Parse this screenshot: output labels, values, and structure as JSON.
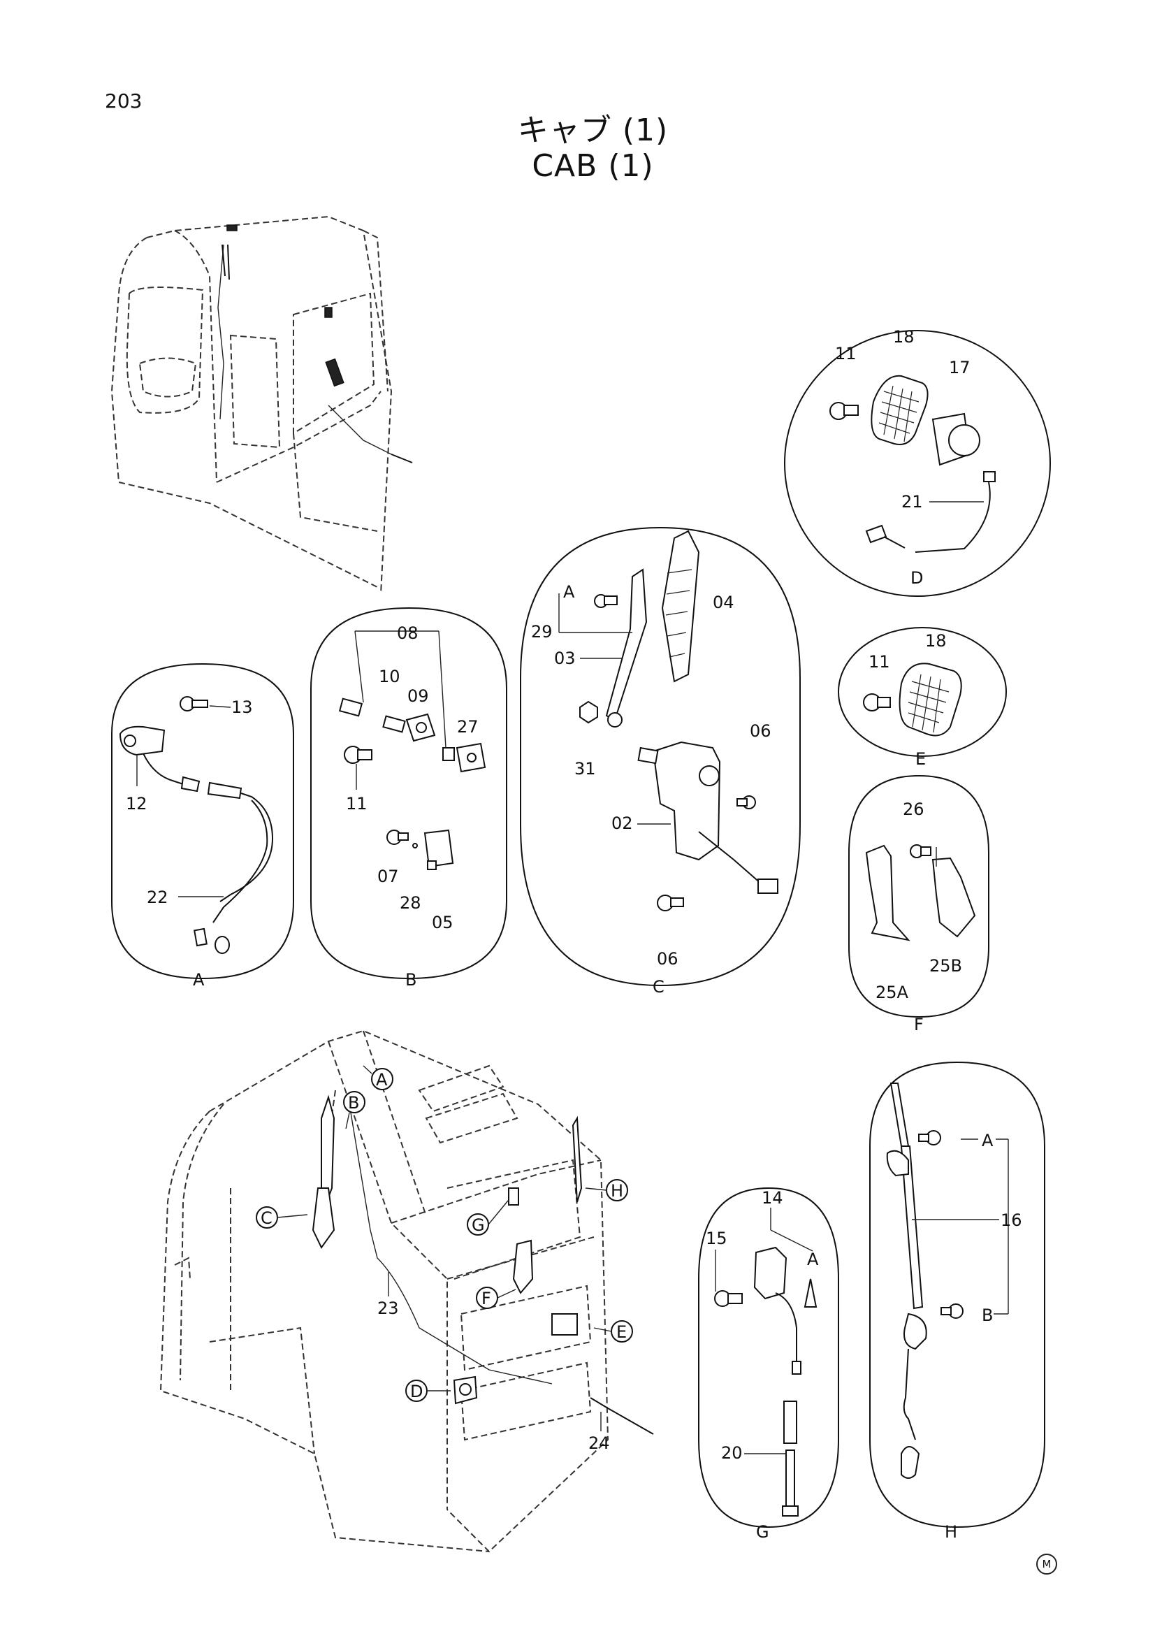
{
  "page_number": "203",
  "title_jp": "キャブ (1)",
  "title_en": "CAB (1)",
  "footer_mark": "M",
  "callouts": {
    "part_13": "13",
    "part_12": "12",
    "part_22": "22",
    "part_08": "08",
    "part_10": "10",
    "part_09": "09",
    "part_27": "27",
    "part_11": "11",
    "part_07": "07",
    "part_28": "28",
    "part_05": "05",
    "part_04": "04",
    "part_29": "29",
    "part_03": "03",
    "part_31": "31",
    "part_06a": "06",
    "part_02": "02",
    "part_06b": "06",
    "part_11d": "11",
    "part_18d": "18",
    "part_17": "17",
    "part_21": "21",
    "part_11e": "11",
    "part_18e": "18",
    "part_26": "26",
    "part_25a": "25A",
    "part_25b": "25B",
    "part_14": "14",
    "part_15": "15",
    "part_20": "20",
    "part_16": "16",
    "part_23": "23",
    "part_24": "24"
  },
  "view_labels": {
    "A": "A",
    "B": "B",
    "C": "C",
    "D": "D",
    "E": "E",
    "F": "F",
    "G": "G",
    "H": "H"
  },
  "connection_labels": {
    "c_a": "A",
    "g_a": "A",
    "h_a": "A",
    "h_b": "B"
  },
  "location_markers": [
    "A",
    "B",
    "C",
    "D",
    "E",
    "F",
    "G",
    "H"
  ]
}
